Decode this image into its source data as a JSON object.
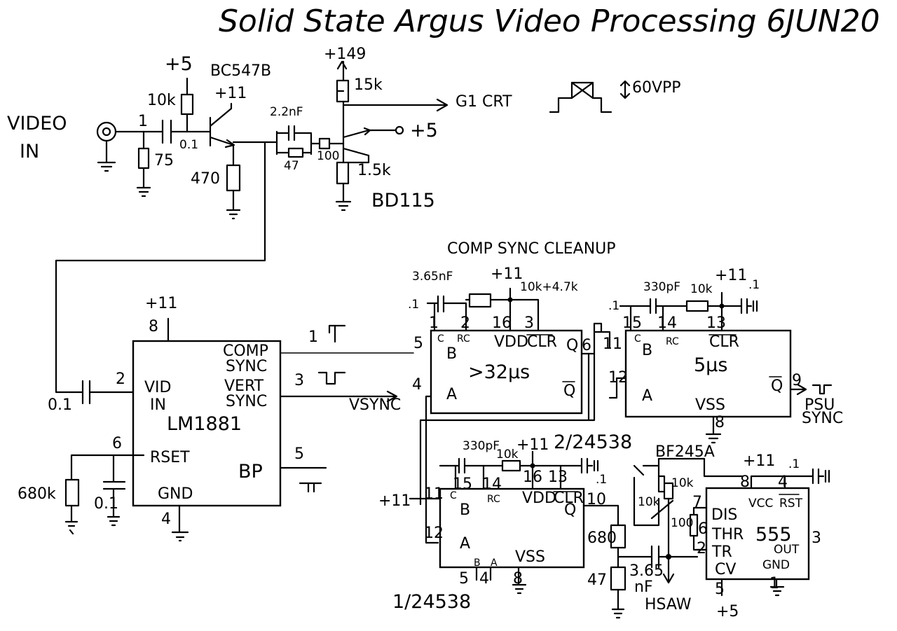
{
  "title": "Solid State Argus Video Processing 6JUN20",
  "section_label": "COMP SYNC CLEANUP",
  "input": {
    "label_line1": "VIDEO",
    "label_line2": "IN"
  },
  "transistors": {
    "q1": "BC547B",
    "q2": "BD115",
    "fet": "BF245A"
  },
  "rails": {
    "p5": "+5",
    "p11": "+11",
    "p149": "+149",
    "to_crt": "G1 CRT",
    "vpp": "60VPP"
  },
  "components": {
    "r10k": "10k",
    "c01": "0.1",
    "r75": "75",
    "r470": "470",
    "c22nf": "2.2nF",
    "r47": "47",
    "r100": "100",
    "r15k": "15k",
    "r15k2": "1.5k",
    "r680k": "680k",
    "c01b": "0.1",
    "c365nf": "3.65nF",
    "r10k47k": "10k+4.7k",
    "c330pf": "330pF",
    "r10kb": "10k",
    "c01c": ".1",
    "c01d": ".1",
    "c330pf2": "330pF",
    "r10kc": "10k",
    "c01e": ".1",
    "r680": "680",
    "r47b": "47",
    "c365b": "3.65",
    "c365b_unit": "nF",
    "r10kd": "10k",
    "r10ke": "10k",
    "r100b": "100",
    "c01f": ".1",
    "c01g": "0.1"
  },
  "lm1881": {
    "name": "LM1881",
    "pin8": "8",
    "pin2": "2",
    "pin6": "6",
    "pin4": "4",
    "pin1": "1",
    "pin3": "3",
    "pin5": "5",
    "vid": "VID",
    "in": "IN",
    "rset": "RSET",
    "gnd": "GND",
    "comp": "COMP",
    "sync": "SYNC",
    "vert": "VERT",
    "sync2": "SYNC",
    "bp": "BP",
    "vsync": "VSYNC"
  },
  "u1": {
    "timing": ">32µs",
    "c": "C",
    "rc": "RC",
    "vdd": "VDD",
    "clr": "CLR",
    "b": "B",
    "a": "A",
    "q": "Q",
    "qbar": "Q",
    "p1": "1",
    "p2": "2",
    "p16": "16",
    "p3": "3",
    "p5": "5",
    "p4": "4",
    "p6": "6"
  },
  "u2": {
    "timing": "5µs",
    "c": "C",
    "rc": "RC",
    "clr": "CLR",
    "b": "B",
    "a": "A",
    "q": "Q",
    "vss": "VSS",
    "p15": "15",
    "p14": "14",
    "p13": "13",
    "p11": "11",
    "p12": "12",
    "p9": "9",
    "p8": "8",
    "psu": "PSU",
    "sync": "SYNC"
  },
  "u3": {
    "name": "1/24538",
    "name2": "2/24538",
    "c": "C",
    "rc": "RC",
    "vdd": "VDD",
    "clr": "CLR",
    "b": "B",
    "a": "A",
    "q": "Q",
    "vss": "VSS",
    "pb": "B",
    "pa": "A",
    "p15": "15",
    "p14": "14",
    "p16": "16",
    "p13": "13",
    "p11": "11",
    "p12": "12",
    "p10": "10",
    "p5": "5",
    "p4": "4",
    "p8": "8"
  },
  "ic555": {
    "name": "555",
    "dis": "DIS",
    "vcc": "VCC",
    "rst": "RST",
    "thr": "THR",
    "tr": "TR",
    "out": "OUT",
    "cv": "CV",
    "gnd": "GND",
    "p8": "8",
    "p4": "4",
    "p7": "7",
    "p6": "6",
    "p2": "2",
    "p3": "3",
    "p5": "5",
    "p1": "1"
  },
  "hsaw": "HSAW"
}
